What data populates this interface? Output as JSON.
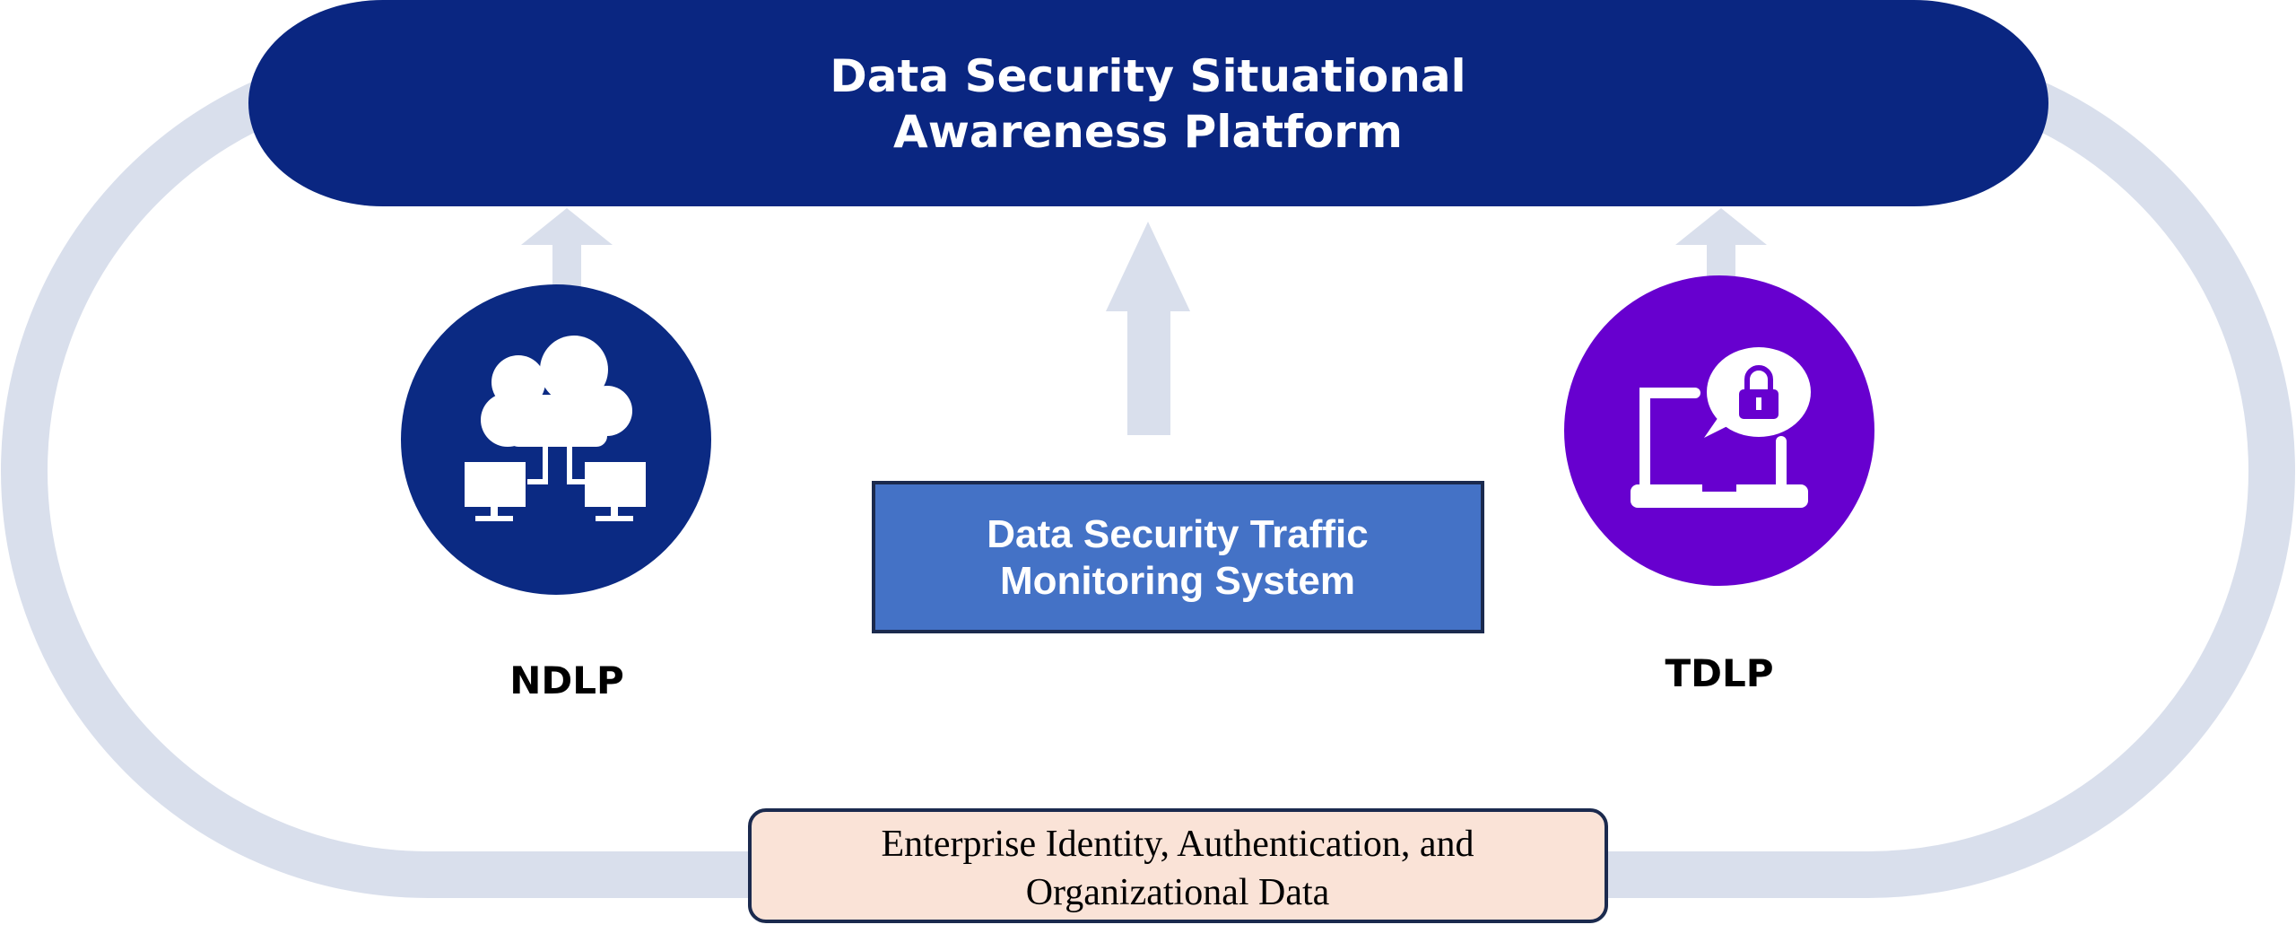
{
  "platform": {
    "title_line1": "Data Security Situational",
    "title_line2": "Awareness Platform"
  },
  "traffic_system": {
    "title_line1": "Data Security Traffic",
    "title_line2": "Monitoring System"
  },
  "ndlp": {
    "label": "NDLP",
    "icon": "cloud-network-icon"
  },
  "tdlp": {
    "label": "TDLP",
    "icon": "laptop-lock-icon"
  },
  "enterprise": {
    "title_line1": "Enterprise Identity, Authentication, and",
    "title_line2": "Organizational Data"
  },
  "colors": {
    "platform_fill": "#0a2681",
    "ring_stroke": "#d9dfec",
    "ndlp_fill": "#0b2a83",
    "tdlp_fill": "#6700cf",
    "traffic_fill": "#4472c6",
    "traffic_border": "#1b2a4e",
    "enterprise_fill": "#fae3d7",
    "enterprise_border": "#1b2a4e",
    "arrow_fill": "#d9dfec"
  }
}
